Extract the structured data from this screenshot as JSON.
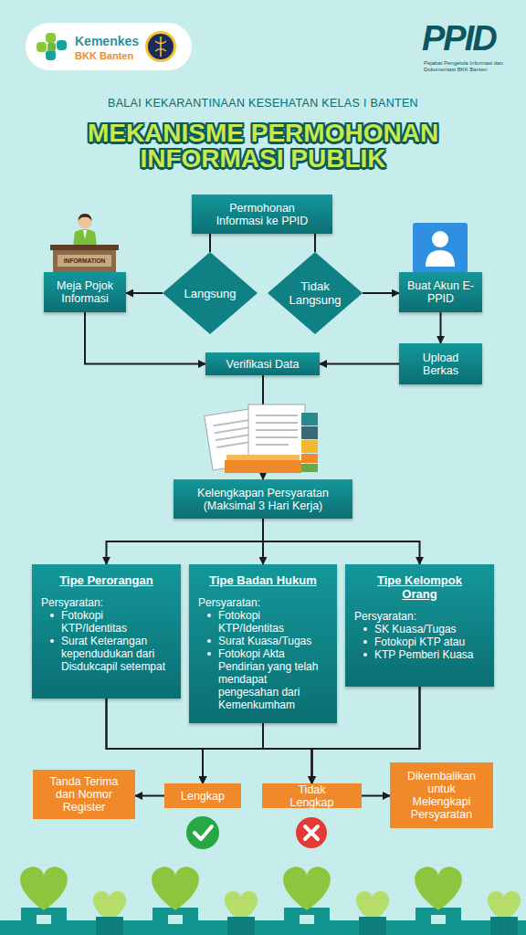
{
  "diagram": {
    "title": "MEKANISME PERMOHONAN INFORMASI PUBLIK",
    "nodes": [
      {
        "text": [
          "Permohonan Informasi ke PPID"
        ]
      },
      {
        "text": [
          "Meja Pojok Informasi"
        ]
      },
      {
        "text": [
          "Langsung"
        ]
      },
      {
        "text": [
          "Tidak Langsung"
        ]
      },
      {
        "text": [
          "Buat Akun E-PPID"
        ]
      },
      {
        "text": [
          "Upload Berkas"
        ]
      },
      {
        "text": [
          "Verifikasi Data"
        ]
      },
      {
        "text": [
          "Kelengkapan Persyaratan (Maksimal 3 Hari Kerja)"
        ]
      },
      {
        "text": [
          "Tipe Perorangan",
          "Persyaratan:",
          "Fotokopi KTP/Identitas",
          "Surat Keterangan kependudukan dari Disdukcapil setempat"
        ]
      },
      {
        "text": [
          "Tipe Badan Hukum",
          "Persyaratan:",
          "Fotokopi KTP/Identitas",
          "Surat Kuasa/Tugas",
          "Fotokopi Akta Pendirian yang telah mendapat pengesahan dari Kemenkumham"
        ]
      },
      {
        "text": [
          "Tipe Kelompok Orang",
          "Persyaratan:",
          "SK Kuasa/Tugas",
          "Fotokopi KTP atau",
          "KTP Pemberi Kuasa"
        ]
      },
      {
        "text": [
          "Tanda Terima dan Nomor Register"
        ]
      },
      {
        "text": [
          "Lengkap"
        ]
      },
      {
        "text": [
          "Tidak Lengkap"
        ]
      },
      {
        "text": [
          "Dikembalikan untuk Melengkapi Persyaratan"
        ]
      }
    ],
    "edges": [
      {
        "from": 0,
        "to": 2,
        "arrow": "none"
      },
      {
        "from": 0,
        "to": 3,
        "arrow": "none"
      },
      {
        "from": 2,
        "to": 1,
        "arrow": "to"
      },
      {
        "from": 3,
        "to": 4,
        "arrow": "to"
      },
      {
        "from": 1,
        "to": 6,
        "arrow": "to"
      },
      {
        "from": 4,
        "to": 5,
        "arrow": "to"
      },
      {
        "from": 5,
        "to": 6,
        "arrow": "to"
      },
      {
        "from": 6,
        "to": 7,
        "arrow": "to"
      },
      {
        "from": 7,
        "to": 8,
        "arrow": "to"
      },
      {
        "from": 7,
        "to": 9,
        "arrow": "to"
      },
      {
        "from": 7,
        "to": 10,
        "arrow": "to"
      },
      {
        "from": 8,
        "to": 12,
        "arrow": "to"
      },
      {
        "from": 8,
        "to": 13,
        "arrow": "to"
      },
      {
        "from": 9,
        "to": 12,
        "arrow": "to"
      },
      {
        "from": 9,
        "to": 13,
        "arrow": "to"
      },
      {
        "from": 10,
        "to": 12,
        "arrow": "to"
      },
      {
        "from": 10,
        "to": 13,
        "arrow": "to"
      },
      {
        "from": 12,
        "to": 11,
        "arrow": "to"
      },
      {
        "from": 13,
        "to": 14,
        "arrow": "to"
      }
    ],
    "labels": [
      "Kemenkes",
      "BKK Banten",
      "PPID",
      "Pejabat Pengelola Informasi dan Dokumentasi BKK Banten",
      "BALAI KEKARANTINAAN KESEHATAN KELAS I BANTEN",
      "INFORMATION"
    ]
  }
}
